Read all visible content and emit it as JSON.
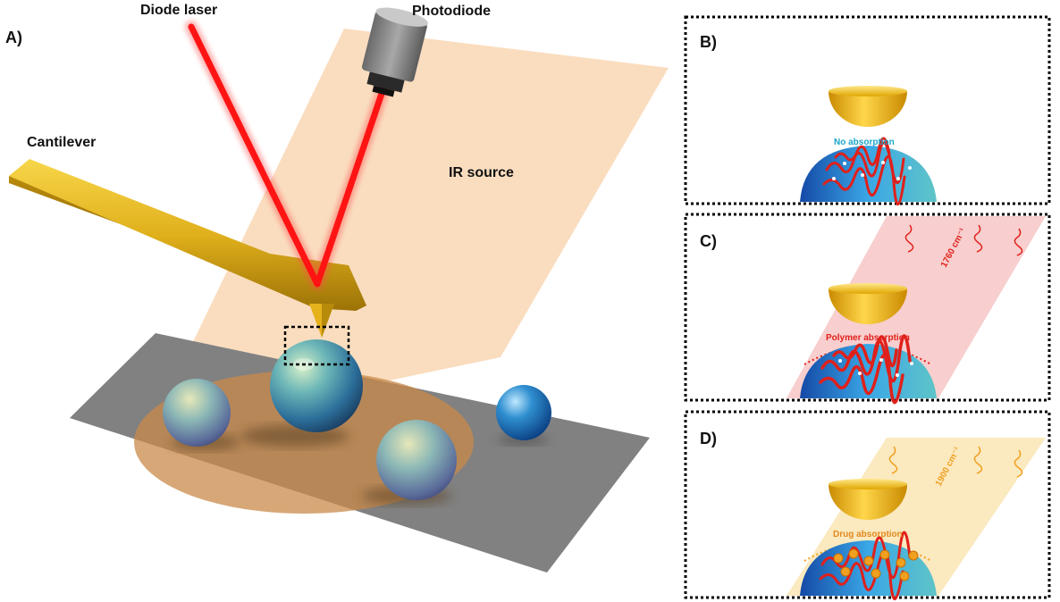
{
  "panels": {
    "a": "A)",
    "b": "B)",
    "c": "C)",
    "d": "D)"
  },
  "labels": {
    "diode_laser": "Diode laser",
    "photodiode": "Photodiode",
    "cantilever": "Cantilever",
    "ir_source": "IR source"
  },
  "panel_b": {
    "caption": "No absorption"
  },
  "panel_c": {
    "caption": "Polymer absorption",
    "wavenumber": "1760 cm⁻¹"
  },
  "panel_d": {
    "caption": "Drug absorption",
    "wavenumber": "1900 cm⁻¹"
  },
  "colors": {
    "laser": "#ff1a1a",
    "ir_plane": "#f9d9b8",
    "substrate": "#8a8a8a",
    "cantilever": "#e0b01c",
    "tip_hemisphere": "#f2b705",
    "sphere": "#2f8fd0",
    "polymer_band": "#f7c9c9",
    "drug_band": "#fbe7b8",
    "polymer_chain": "#e0201a",
    "drug_particle": "#f0a020"
  }
}
